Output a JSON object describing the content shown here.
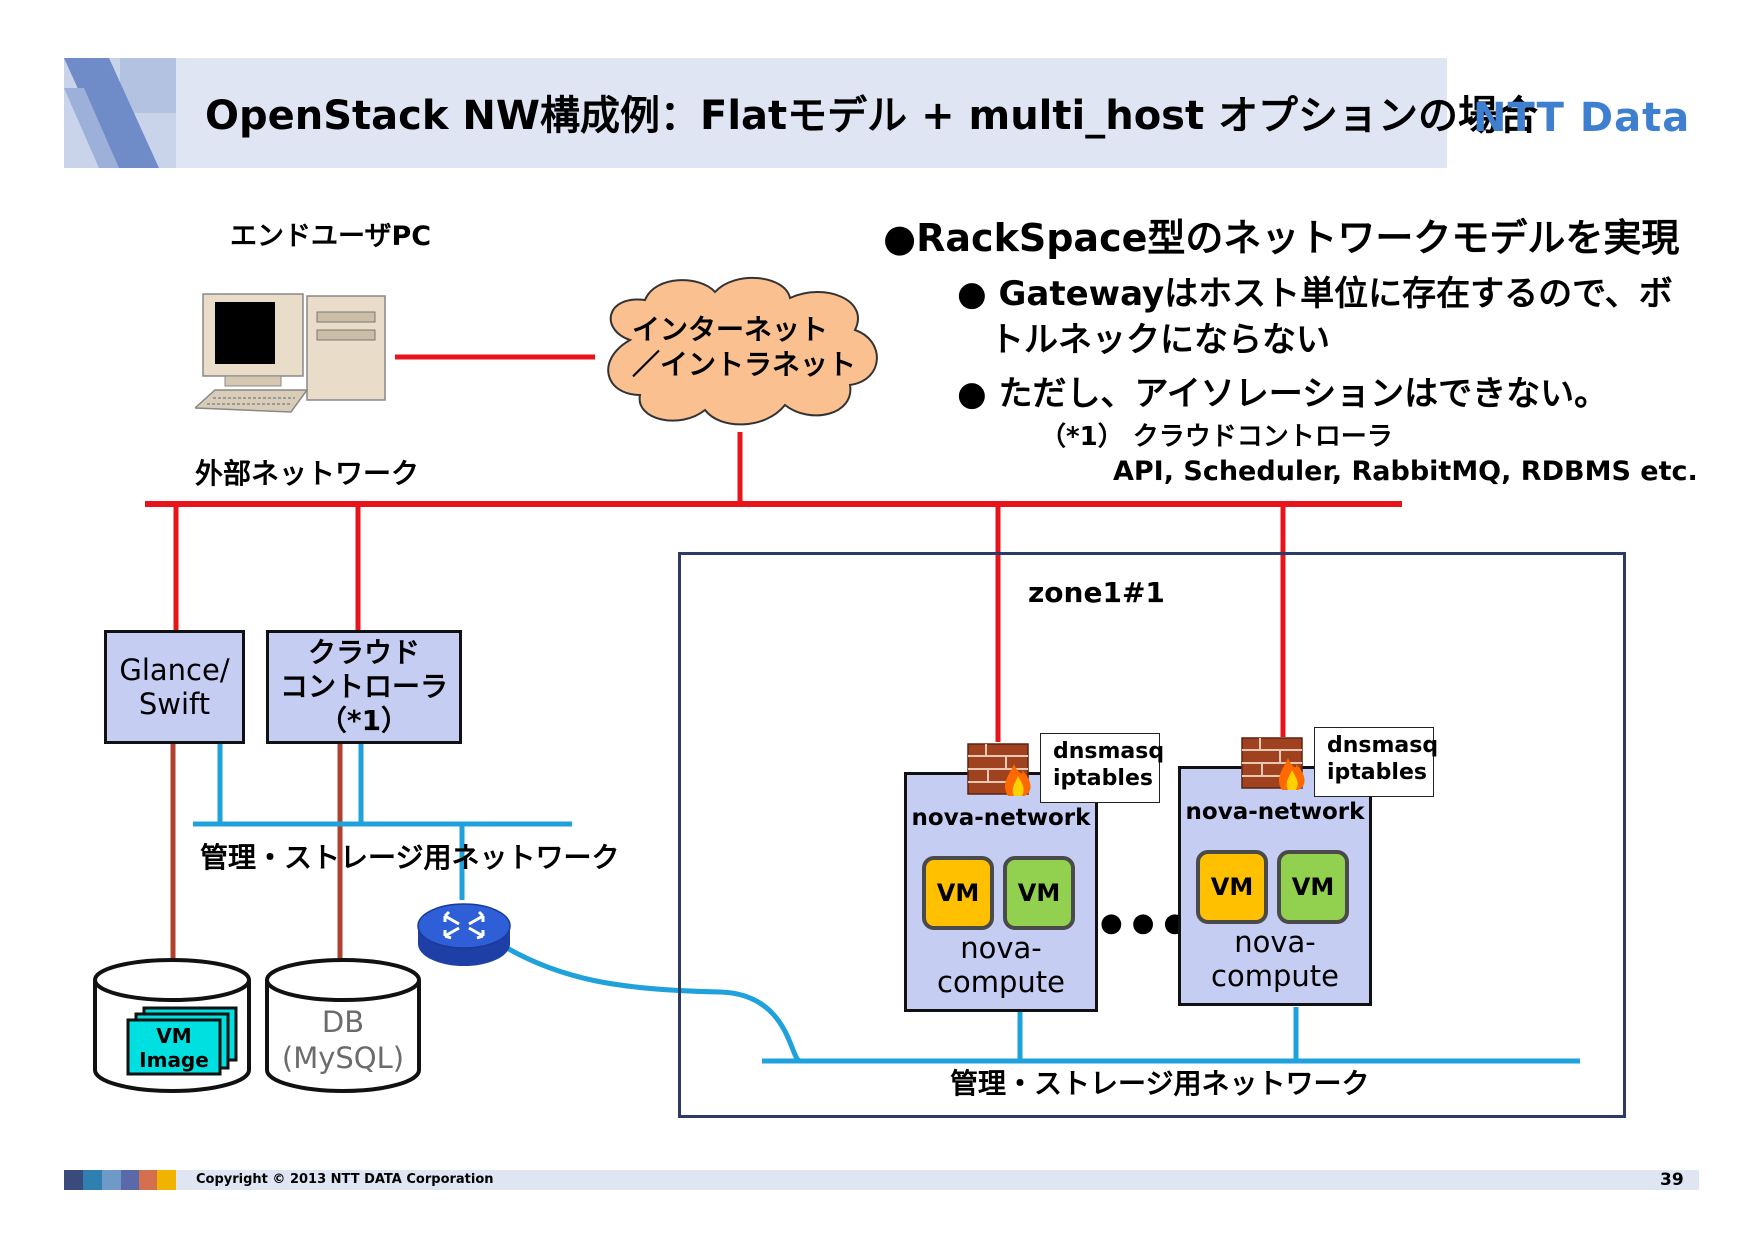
{
  "header": {
    "title": "OpenStack NW構成例：Flatモデル + multi_host オプションの場合",
    "logo": "NTT Data"
  },
  "bullets": {
    "main": "●RackSpace型のネットワークモデルを実現",
    "sub1_line1": "● Gatewayはホスト単位に存在するので、ボ",
    "sub1_line2": "トルネックにならない",
    "sub2": "● ただし、アイソレーションはできない。",
    "note_label": "（*1） クラウドコントローラ",
    "note_text": "API, Scheduler, RabbitMQ, RDBMS etc."
  },
  "diagram": {
    "enduser_pc": "エンドユーザPC",
    "cloud_line1": "インターネット",
    "cloud_line2": "／イントラネット",
    "external_network": "外部ネットワーク",
    "glance_line1": "Glance/",
    "glance_line2": "Swift",
    "controller_line1": "クラウド",
    "controller_line2": "コントローラ",
    "controller_line3": "（*1）",
    "mgmt_network_left": "管理・ストレージ用ネットワーク",
    "mgmt_network_zone": "管理・ストレージ用ネットワーク",
    "vm_image_line1": "VM",
    "vm_image_line2": "Image",
    "db_line1": "DB",
    "db_line2": "(MySQL)",
    "zone": "zone1#1",
    "ellipsis": "● ● ●",
    "hosts": [
      {
        "dns_line1": "dnsmasq",
        "dns_line2": "iptables",
        "network": "nova-network",
        "vm1": "VM",
        "vm2": "VM",
        "compute_line1": "nova-",
        "compute_line2": "compute"
      },
      {
        "dns_line1": "dnsmasq",
        "dns_line2": "iptables",
        "network": "nova-network",
        "vm1": "VM",
        "vm2": "VM",
        "compute_line1": "nova-",
        "compute_line2": "compute"
      }
    ]
  },
  "footer": {
    "copyright": "Copyright © 2013 NTT DATA Corporation",
    "page": "39"
  },
  "colors": {
    "external_line": "#e8141b",
    "mgmt_line": "#1fa2dc",
    "storage_link": "#b0412e",
    "box_fill": "#c5cdf3",
    "header_fill": "#dfe5f3"
  }
}
